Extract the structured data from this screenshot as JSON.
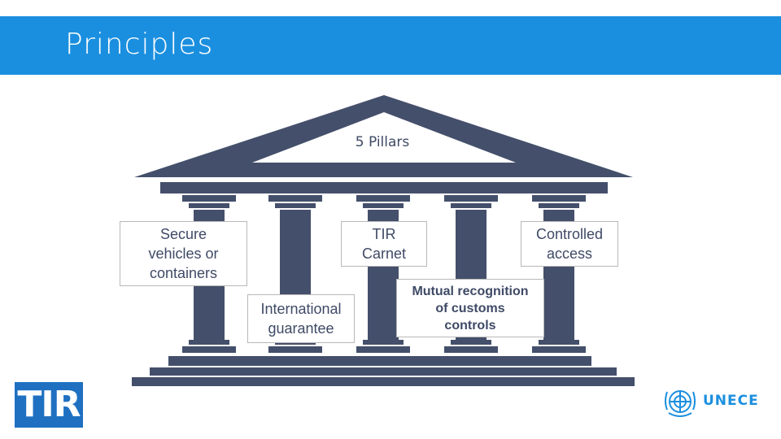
{
  "header": {
    "title": "Principles"
  },
  "diagram": {
    "pediment_label": "5 Pillars",
    "pillars": [
      {
        "label": "Secure vehicles or containers",
        "lines": [
          "Secure",
          "vehicles or",
          "containers"
        ]
      },
      {
        "label": "International guarantee",
        "lines": [
          "International",
          "guarantee"
        ]
      },
      {
        "label": "TIR Carnet",
        "lines": [
          "TIR",
          "Carnet"
        ]
      },
      {
        "label": "Mutual recognition of customs controls",
        "lines": [
          "Mutual recognition",
          "of customs",
          "controls"
        ]
      },
      {
        "label": "Controlled access",
        "lines": [
          "Controlled",
          "access"
        ]
      }
    ]
  },
  "logos": {
    "tir": "TIR",
    "unece": "UNECE"
  },
  "colors": {
    "header_bg": "#1b8fdf",
    "temple": "#444f6b",
    "text": "#3f4a66",
    "tir_blue": "#1f70c1"
  }
}
